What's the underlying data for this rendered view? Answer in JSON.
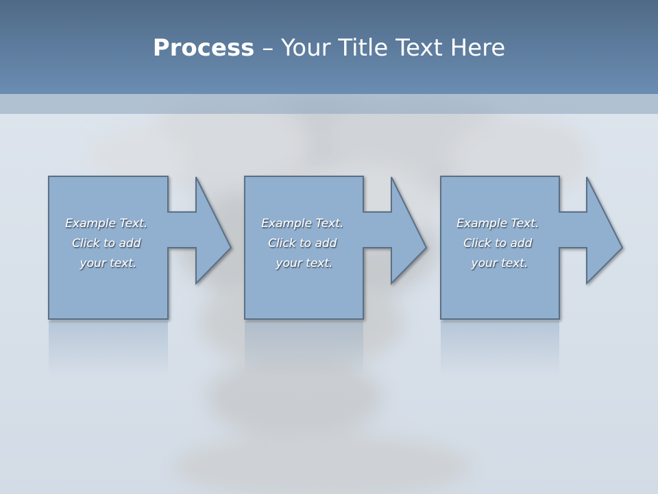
{
  "slide": {
    "title_strong": "Process",
    "title_rest": " – Your Title Text Here"
  },
  "steps": [
    {
      "lines": [
        "Example Text.",
        "Click  to add",
        "your text."
      ]
    },
    {
      "lines": [
        "Example Text.",
        "Click  to add",
        "your text."
      ]
    },
    {
      "lines": [
        "Example Text.",
        "Click  to add",
        "your text."
      ]
    }
  ],
  "colors": {
    "title_band": "#5b7a9c",
    "box_fill": "#91afce",
    "box_stroke": "#5a6f86",
    "text": "#ffffff"
  }
}
